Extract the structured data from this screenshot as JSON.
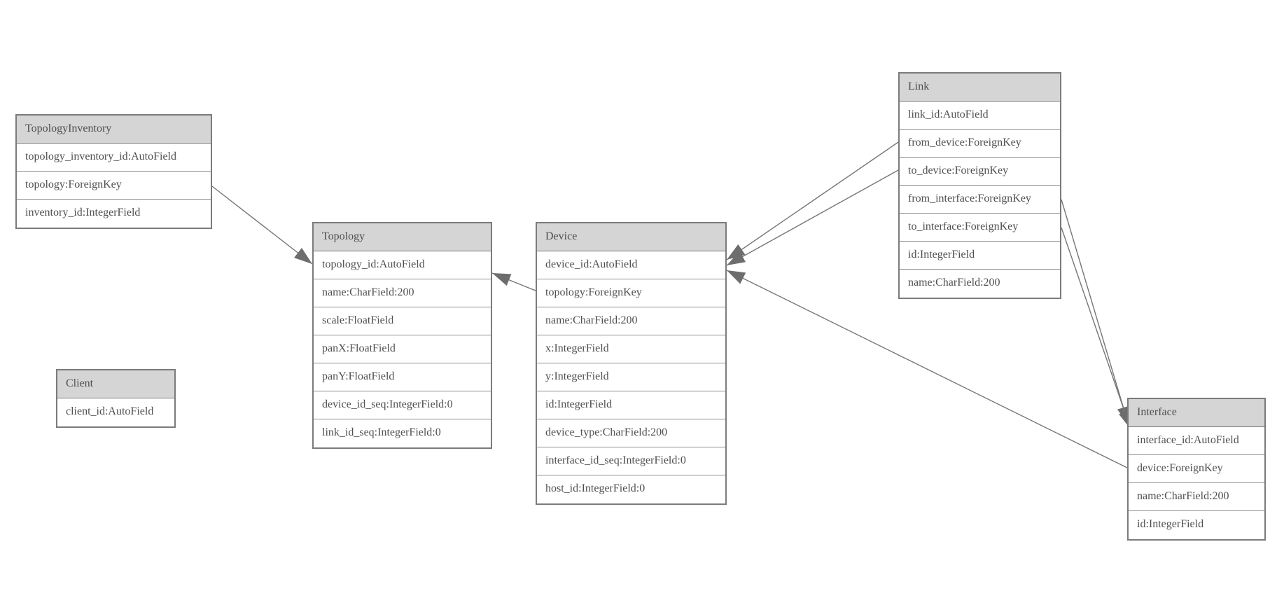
{
  "colors": {
    "background": "#ffffff",
    "header_fill": "#d5d5d5",
    "table_border": "#7b7b7b",
    "row_divider": "#8f8f8f",
    "text": "#4f4f4f",
    "edge_line": "#757575",
    "arrowhead_fill": "#6d6d6d"
  },
  "tables": [
    {
      "title": "TopologyInventory",
      "rows": [
        "topology_inventory_id:AutoField",
        "topology:ForeignKey",
        "inventory_id:IntegerField"
      ]
    },
    {
      "title": "Topology",
      "rows": [
        "topology_id:AutoField",
        "name:CharField:200",
        "scale:FloatField",
        "panX:FloatField",
        "panY:FloatField",
        "device_id_seq:IntegerField:0",
        "link_id_seq:IntegerField:0"
      ]
    },
    {
      "title": "Client",
      "rows": [
        "client_id:AutoField"
      ]
    },
    {
      "title": "Device",
      "rows": [
        "device_id:AutoField",
        "topology:ForeignKey",
        "name:CharField:200",
        "x:IntegerField",
        "y:IntegerField",
        "id:IntegerField",
        "device_type:CharField:200",
        "interface_id_seq:IntegerField:0",
        "host_id:IntegerField:0"
      ]
    },
    {
      "title": "Link",
      "rows": [
        "link_id:AutoField",
        "from_device:ForeignKey",
        "to_device:ForeignKey",
        "from_interface:ForeignKey",
        "to_interface:ForeignKey",
        "id:IntegerField",
        "name:CharField:200"
      ]
    },
    {
      "title": "Interface",
      "rows": [
        "interface_id:AutoField",
        "device:ForeignKey",
        "name:CharField:200",
        "id:IntegerField"
      ]
    }
  ],
  "relationships": [
    {
      "from": "TopologyInventory.topology",
      "to": "Topology.topology_id"
    },
    {
      "from": "Device.topology",
      "to": "Topology.topology_id"
    },
    {
      "from": "Link.from_device",
      "to": "Device.device_id"
    },
    {
      "from": "Link.to_device",
      "to": "Device.device_id"
    },
    {
      "from": "Interface.device",
      "to": "Device.device_id"
    },
    {
      "from": "Link.from_interface",
      "to": "Interface.interface_id"
    },
    {
      "from": "Link.to_interface",
      "to": "Interface.interface_id"
    }
  ]
}
